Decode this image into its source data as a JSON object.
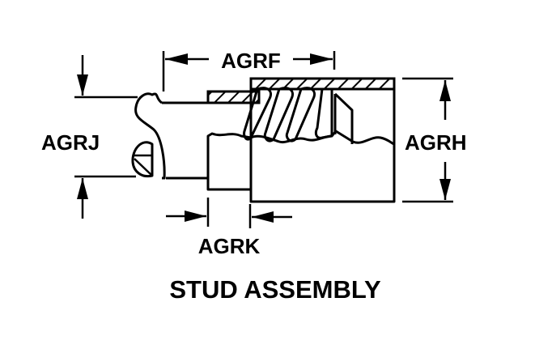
{
  "diagram": {
    "title": "STUD ASSEMBLY",
    "dimensions": {
      "agrf": "AGRF",
      "agrj": "AGRJ",
      "agrh": "AGRH",
      "agrk": "AGRK"
    },
    "colors": {
      "line": "#000000",
      "background": "#ffffff"
    }
  }
}
